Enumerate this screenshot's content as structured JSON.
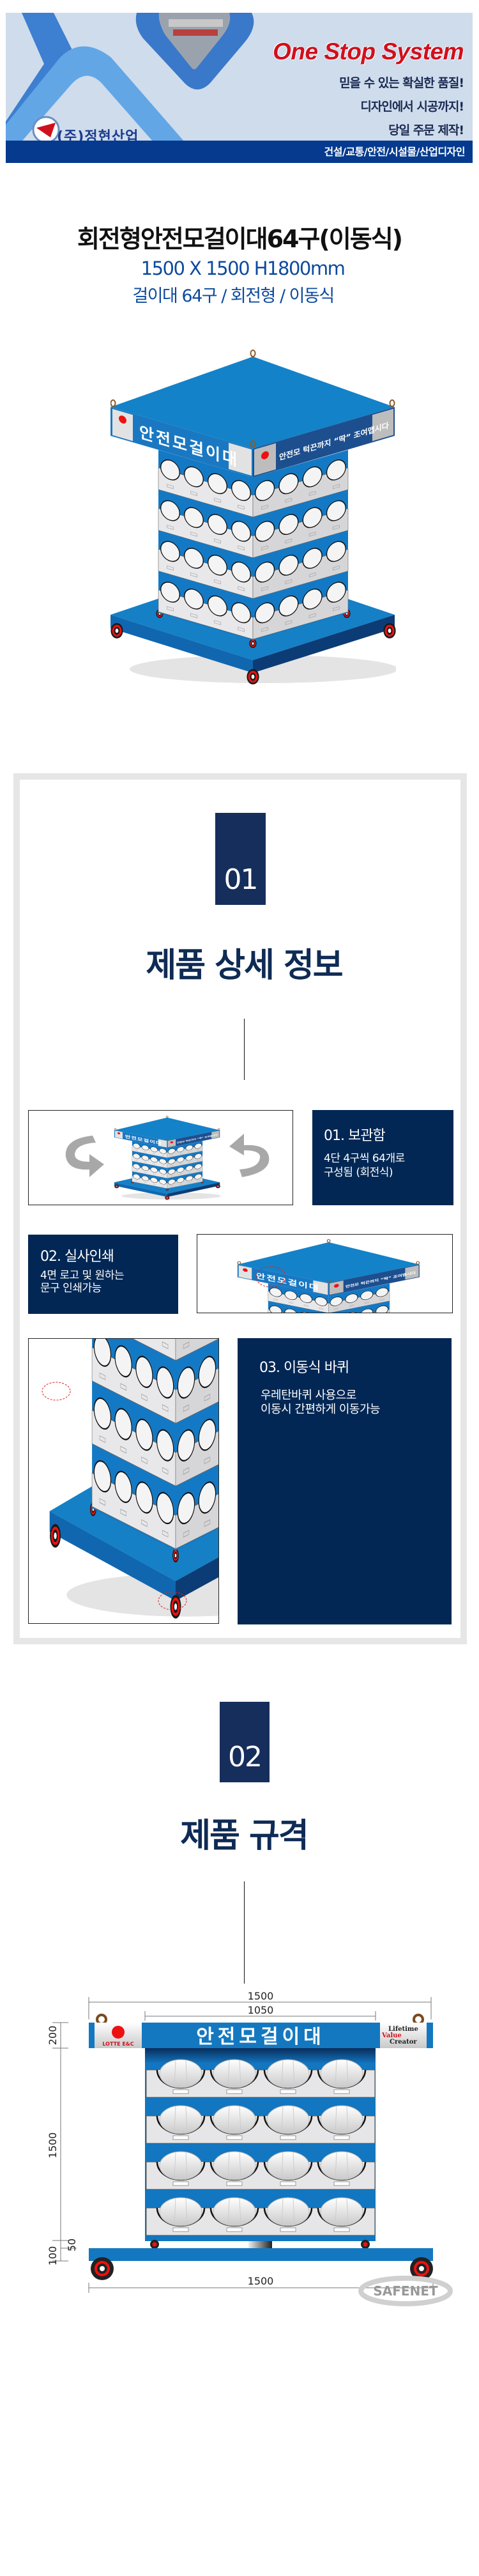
{
  "banner": {
    "slogan": "One Stop System",
    "lines": [
      "믿을 수 있는 확실한 품질!",
      "디자인에서 시공까지!",
      "당일 주문 제작!"
    ],
    "company": "(주)정현산업",
    "categories": "건설/교통/안전/시설물/산업디자인"
  },
  "product": {
    "title": "회전형안전모걸이대64구(이동식)",
    "spec": "1500 X 1500 H1800mm",
    "features": "걸이대 64구 / 회전형 / 이동식"
  },
  "signage": {
    "front": "안전모걸이대",
    "side": "안전모 턱끈까지 “딱” 조여맵시다",
    "brand": "LOTTE E&C",
    "tagline": [
      "Lifetime",
      "Value",
      "Creator"
    ]
  },
  "sections": [
    {
      "number": "01",
      "title": "제품 상세 정보"
    },
    {
      "number": "02",
      "title": "제품 규격"
    }
  ],
  "details": [
    {
      "title": "01. 보관함",
      "lines": [
        "4단 4구씩 64개로",
        "구성됨 (회전식)"
      ]
    },
    {
      "title": "02. 실사인쇄",
      "lines": [
        "4면 로고 및 원하는",
        "문구 인쇄가능"
      ]
    },
    {
      "title": "03. 이동식 바퀴",
      "lines": [
        "우레탄바퀴 사용으로",
        "이동시 간편하게 이동가능"
      ]
    }
  ],
  "dimensions": {
    "overall_width": "1500",
    "body_width": "1050",
    "header_height": "200",
    "body_height": "1500",
    "gap": "50",
    "base_height": "100",
    "base_width": "1500"
  },
  "watermark": "SAFENET",
  "colors": {
    "brand_red": "#d0101c",
    "navy": "#022754",
    "badge": "#162e5c",
    "product_blue": "#1478c0",
    "spec_blue": "#0d4a9e"
  }
}
